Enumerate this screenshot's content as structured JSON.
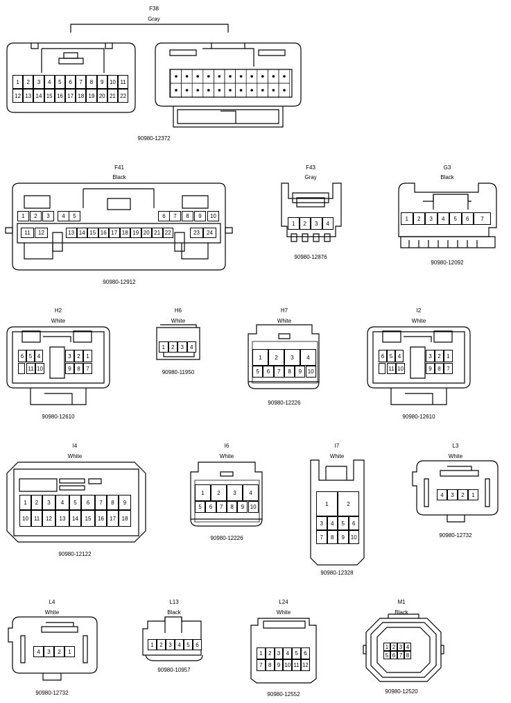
{
  "connectors": {
    "F38": {
      "id": "F38",
      "color": "Gray",
      "part": "90980-12372",
      "pins_a": [
        [
          "1",
          "2",
          "3",
          "4",
          "5",
          "6",
          "7",
          "8",
          "9",
          "10",
          "11"
        ],
        [
          "12",
          "13",
          "14",
          "15",
          "16",
          "17",
          "18",
          "19",
          "20",
          "21",
          "22"
        ]
      ]
    },
    "F41": {
      "id": "F41",
      "color": "Black",
      "part": "90980-12912",
      "top": [
        "1",
        "2",
        "3",
        "4",
        "5",
        "6",
        "7",
        "8",
        "9",
        "10"
      ],
      "bottom": [
        "11",
        "12",
        "13",
        "14",
        "15",
        "16",
        "17",
        "18",
        "19",
        "20",
        "21",
        "22",
        "23",
        "24"
      ]
    },
    "F43": {
      "id": "F43",
      "color": "Gray",
      "part": "90980-12876",
      "pins": [
        "1",
        "2",
        "3",
        "4"
      ]
    },
    "G3": {
      "id": "G3",
      "color": "Black",
      "part": "90980-12092",
      "pins": [
        "1",
        "2",
        "3",
        "4",
        "5",
        "6",
        "7"
      ]
    },
    "H2": {
      "id": "H2",
      "color": "White",
      "part": "90980-12610",
      "pins": [
        "6",
        "5",
        "4",
        "3",
        "2",
        "1",
        "11",
        "10",
        "9",
        "8",
        "7"
      ]
    },
    "H6": {
      "id": "H6",
      "color": "White",
      "part": "90980-11950",
      "pins": [
        "1",
        "2",
        "3",
        "4"
      ]
    },
    "H7": {
      "id": "H7",
      "color": "White",
      "part": "90980-12226",
      "pins": [
        "1",
        "2",
        "3",
        "4",
        "5",
        "6",
        "7",
        "8",
        "9",
        "10"
      ]
    },
    "I2": {
      "id": "I2",
      "color": "White",
      "part": "90980-12610",
      "pins": [
        "6",
        "5",
        "4",
        "3",
        "2",
        "1",
        "11",
        "10",
        "9",
        "8",
        "7"
      ]
    },
    "I4": {
      "id": "I4",
      "color": "White",
      "part": "90980-12122",
      "pins": [
        "1",
        "2",
        "3",
        "4",
        "5",
        "6",
        "7",
        "8",
        "9",
        "10",
        "11",
        "12",
        "13",
        "14",
        "15",
        "16",
        "17",
        "18"
      ]
    },
    "I6": {
      "id": "I6",
      "color": "White",
      "part": "90980-12226",
      "pins": [
        "1",
        "2",
        "3",
        "4",
        "5",
        "6",
        "7",
        "8",
        "9",
        "10"
      ]
    },
    "I7": {
      "id": "I7",
      "color": "White",
      "part": "90980-12328",
      "pins": [
        "1",
        "2",
        "3",
        "4",
        "5",
        "6",
        "7",
        "8",
        "9",
        "10"
      ]
    },
    "L3": {
      "id": "L3",
      "color": "White",
      "part": "90980-12732",
      "pins": [
        "4",
        "3",
        "2",
        "1"
      ]
    },
    "L4": {
      "id": "L4",
      "color": "White",
      "part": "90980-12732",
      "pins": [
        "4",
        "3",
        "2",
        "1"
      ]
    },
    "L13": {
      "id": "L13",
      "color": "Black",
      "part": "90980-10957",
      "pins": [
        "1",
        "2",
        "3",
        "4",
        "5",
        "6"
      ]
    },
    "L24": {
      "id": "L24",
      "color": "White",
      "part": "90980-12552",
      "pins": [
        "1",
        "2",
        "3",
        "4",
        "5",
        "6",
        "7",
        "8",
        "9",
        "10",
        "11",
        "12"
      ]
    },
    "M1": {
      "id": "M1",
      "color": "Black",
      "part": "90980-12520",
      "pins": [
        "1",
        "2",
        "3",
        "4",
        "5",
        "6",
        "7",
        "8"
      ]
    }
  }
}
